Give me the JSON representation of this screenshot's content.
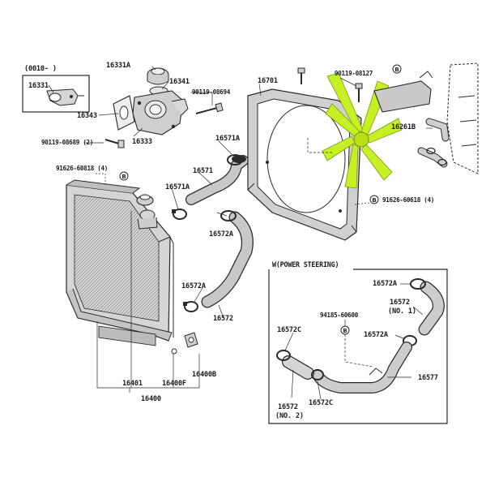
{
  "colors": {
    "line": "#2a2a2a",
    "part_fill": "#c9c9c9",
    "part_fill_light": "#e2e2e2",
    "fan_highlight": "#c6f024",
    "fan_stroke": "#7a9a10",
    "background": "#ffffff"
  },
  "callouts": {
    "b_symbol": "B"
  },
  "labels": {
    "variant": "(0010-          )",
    "p16331": "16331",
    "p16331A": "16331A",
    "p16341": "16341",
    "p16343": "16343",
    "p16333": "16333",
    "b90119_08694": "90119-08694",
    "b90119_08689": "90119-08689 (2)",
    "b91626_60818": "91626-60818 (4)",
    "p16701": "16701",
    "b90119_08127": "90119-08127",
    "p16261B": "16261B",
    "p16571A_top": "16571A",
    "p16571": "16571",
    "p16571A": "16571A",
    "p16572A_mid": "16572A",
    "p16572A_low": "16572A",
    "p16572": "16572",
    "b91626_60618": "91626-60618 (4)",
    "p16401": "16401",
    "p16400F": "16400F",
    "p16400B": "16400B",
    "p16400": "16400"
  },
  "power_steering": {
    "title": "W(POWER STEERING)",
    "p16572A_top": "16572A",
    "p16572_no1": "16572",
    "no1": "(NO. 1)",
    "b94185_60600": "94185-60600",
    "p16572C_left": "16572C",
    "p16572A_mid": "16572A",
    "p16577": "16577",
    "p16572_no2": "16572",
    "no2": "(NO. 2)",
    "p16572C_right": "16572C"
  }
}
